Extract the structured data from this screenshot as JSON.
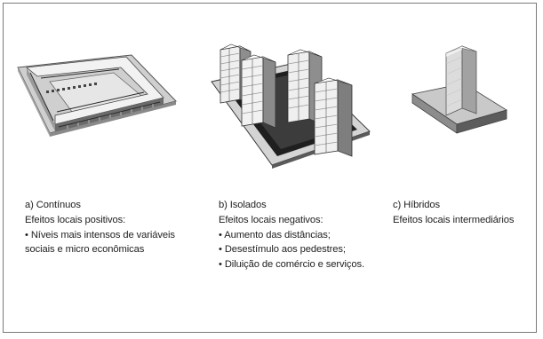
{
  "typologies": [
    {
      "id": "a",
      "title": "a) Contínuos",
      "effect": "Efeitos locais positivos:",
      "bullets": [
        "• Níveis mais intensos de variáveis",
        "sociais e micro econômicas"
      ],
      "icon": "perimeter-block-building-icon"
    },
    {
      "id": "b",
      "title": "b) Isolados",
      "effect": "Efeitos locais negativos:",
      "bullets": [
        "• Aumento das distâncias;",
        "• Desestímulo aos pedestres;",
        "• Diluição de comércio e serviços."
      ],
      "icon": "isolated-towers-icon"
    },
    {
      "id": "c",
      "title": "c) Híbridos",
      "effect": "Efeitos locais intermediários",
      "bullets": [],
      "icon": "tower-on-podium-icon"
    }
  ]
}
